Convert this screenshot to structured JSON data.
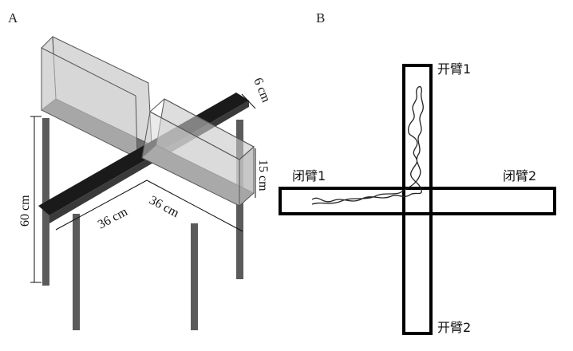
{
  "panel_a": {
    "label": "A",
    "dimensions": {
      "arm_width": "6 cm",
      "wall_height": "15 cm",
      "leg_height": "60 cm",
      "arm_length_left": "36 cm",
      "arm_length_right": "36 cm"
    }
  },
  "panel_b": {
    "label": "B",
    "arms": {
      "open_top": "开臂1",
      "open_bottom": "开臂2",
      "closed_left": "闭臂1",
      "closed_right": "闭臂2"
    }
  }
}
